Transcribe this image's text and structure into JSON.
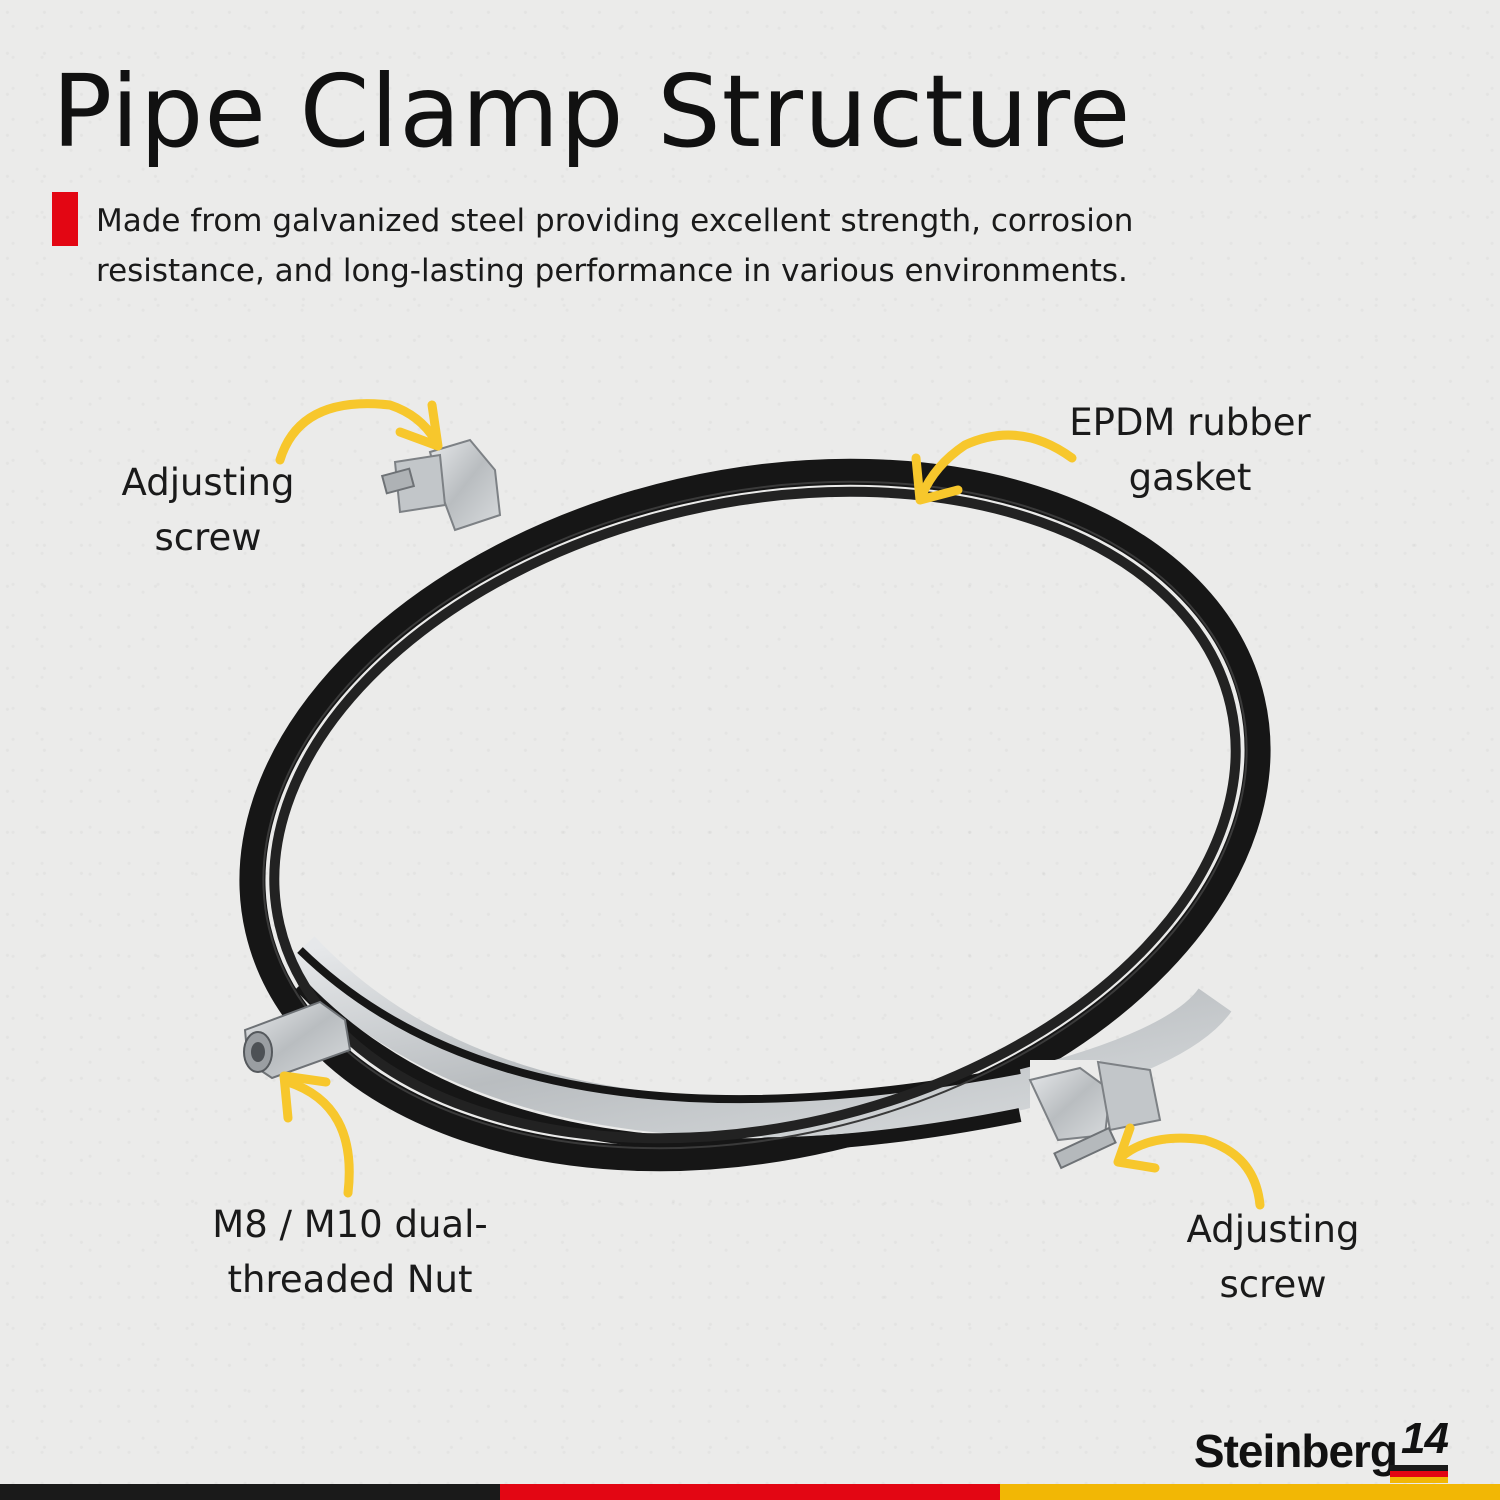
{
  "title": "Pipe Clamp Structure",
  "description": {
    "line1": "Made from galvanized steel providing excellent strength, corrosion",
    "line2": "resistance, and long-lasting performance in various environments."
  },
  "labels": {
    "top_left": {
      "line1": "Adjusting",
      "line2": "screw"
    },
    "top_right": {
      "line1": "EPDM rubber",
      "line2": "gasket"
    },
    "bottom_left": {
      "line1": "M8 / M10 dual-",
      "line2": "threaded Nut"
    },
    "bottom_right": {
      "line1": "Adjusting",
      "line2": "screw"
    }
  },
  "brand": {
    "name": "Steinberg",
    "number": "14"
  },
  "colors": {
    "accent": "#e30613",
    "arrow": "#f7c72c",
    "rubber": "#161616",
    "steel": "#c9ccce",
    "footer_black": "#1a1a1a",
    "footer_red": "#e30613",
    "footer_gold": "#f2b705"
  }
}
